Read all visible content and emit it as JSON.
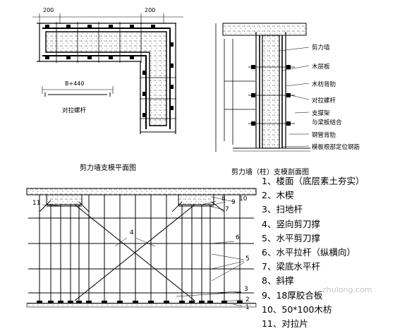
{
  "plan": {
    "dims": [
      "200",
      "200"
    ],
    "width_dim": "B+440",
    "tie_label": "对拉螺杆",
    "caption": "剪力墙支模平面图"
  },
  "section": {
    "caption": "剪力墙（柱）支模剖面图",
    "labels": [
      "剪力墙",
      "木层板",
      "木枋背肋",
      "对拉螺杆",
      "支撑架",
      "与梁板结合",
      "钢管背肋",
      "模板根部定位钢筋"
    ]
  },
  "elevation": {
    "callouts": [
      "11",
      "8",
      "9",
      "10",
      "7",
      "4",
      "6",
      "5",
      "3",
      "2",
      "1"
    ]
  },
  "legend": [
    "1、楼面（底层素土夯实）",
    "2、木楔",
    "3、扫地杆",
    "4、竖向剪刀撑",
    "5、水平剪刀撑",
    "6、水平拉杆（纵横向）",
    "7、梁底水平杆",
    "8、斜撑",
    "9、18厚胶合板",
    "10、50*100木枋",
    "11、对拉片"
  ],
  "watermark": "zhulong.com"
}
